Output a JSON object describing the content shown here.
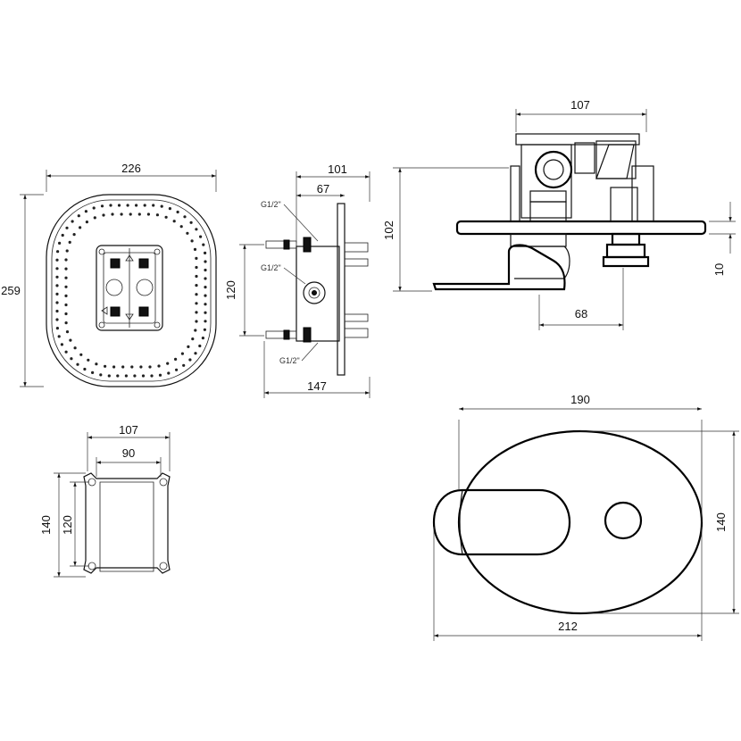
{
  "views": {
    "front_plate": {
      "width_dim": "226",
      "height_dim": "259"
    },
    "box_side": {
      "depth_dim": "101",
      "mid_dim": "67",
      "spacing_dim": "120",
      "total_dim": "147",
      "thread_top": "G1/2\"",
      "thread_mid": "G1/2\"",
      "thread_bottom": "G1/2\""
    },
    "body_side": {
      "width_dim": "107",
      "height_dim": "102",
      "projection_dim": "68",
      "offset_dim": "10"
    },
    "bracket": {
      "outer_width_dim": "107",
      "inner_width_dim": "90",
      "outer_height_dim": "140",
      "inner_height_dim": "120"
    },
    "cover_front": {
      "top_width_dim": "190",
      "bottom_width_dim": "212",
      "height_dim": "140"
    }
  }
}
